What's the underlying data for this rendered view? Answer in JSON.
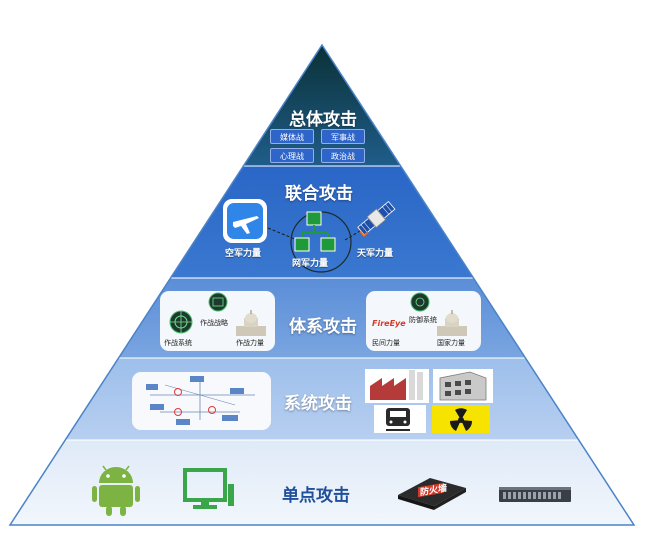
{
  "tiers": {
    "overall": {
      "title": "总体攻击",
      "tags": [
        "媒体战",
        "军事战",
        "心理战",
        "政治战"
      ]
    },
    "joint": {
      "title": "联合攻击",
      "air": "空军力量",
      "cyber": "网军力量",
      "space": "天军力量"
    },
    "system_of_systems": {
      "title": "体系攻击",
      "left_card": {
        "top": "作战战略",
        "left": "作战系统",
        "right": "作战力量"
      },
      "right_card": {
        "brand": "FireEye",
        "top": "防御系统",
        "left": "民间力量",
        "right": "国家力量"
      }
    },
    "system": {
      "title": "系统攻击"
    },
    "single_point": {
      "title": "单点攻击",
      "firewall": "防火墙"
    }
  },
  "colors": {
    "apex": "#0e3b3f",
    "tier_joint": "#2d67c4",
    "tier_sos": "#5d8fd6",
    "tier_system": "#97bae8",
    "base": "#dde9f7",
    "accent_blue": "#1f4e9a",
    "android_green": "#7cb342",
    "monitor_green": "#3aa64a"
  },
  "icons": [
    "airplane-icon",
    "network-icon",
    "satellite-icon",
    "globe-icon",
    "capitol-icon",
    "android-icon",
    "monitor-icon",
    "firewall-icon",
    "server-icon",
    "factory-icon",
    "building-icon",
    "train-icon",
    "radiation-icon"
  ]
}
